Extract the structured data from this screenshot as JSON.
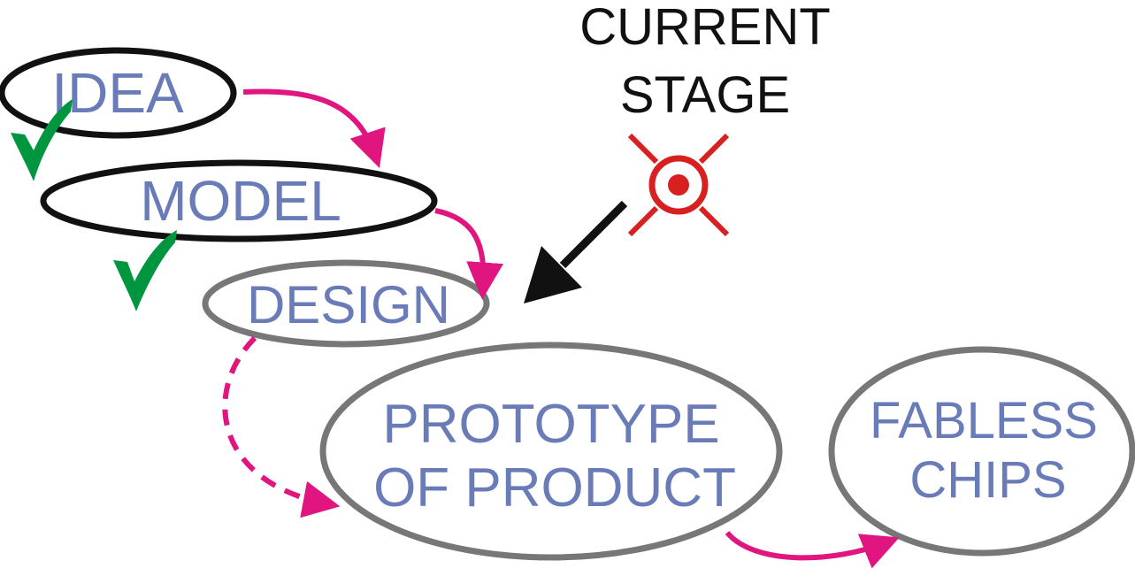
{
  "diagram": {
    "stages": [
      {
        "id": "idea",
        "lines": [
          "IDEA"
        ],
        "done": true
      },
      {
        "id": "model",
        "lines": [
          "MODEL"
        ],
        "done": true
      },
      {
        "id": "design",
        "lines": [
          "DESIGN"
        ],
        "done": false
      },
      {
        "id": "prototype",
        "lines": [
          "PROTOTYPE",
          "OF PRODUCT"
        ],
        "done": false
      },
      {
        "id": "fabless",
        "lines": [
          "FABLESS",
          "CHIPS"
        ],
        "done": false
      }
    ],
    "current_stage_label": [
      "CURRENT",
      "STAGE"
    ],
    "current_stage": "design"
  },
  "colors": {
    "stage_text": "#6a7cb8",
    "outline_done": "#111111",
    "outline_pending": "#777777",
    "flow_arrow": "#e0157f",
    "check": "#009640",
    "target": "#d92020",
    "pointer_arrow": "#111111",
    "label_text": "#111111"
  }
}
